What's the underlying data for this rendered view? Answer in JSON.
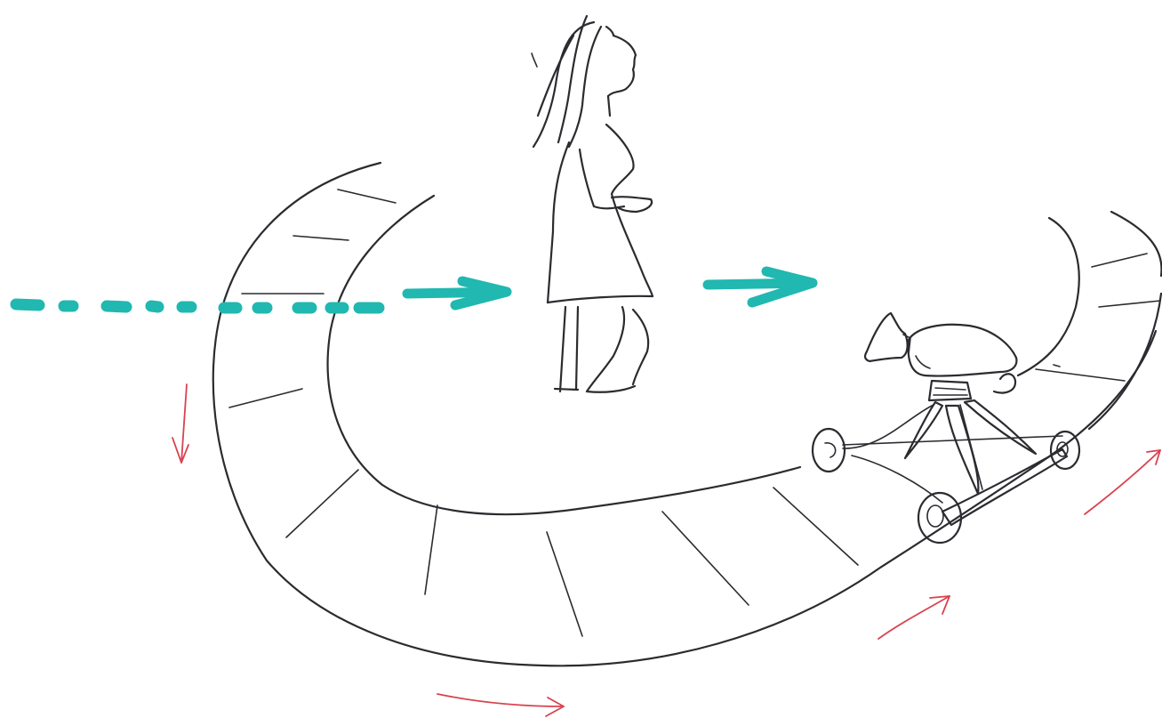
{
  "colors": {
    "background": "#ffffff",
    "ink": "#2b2b30",
    "path_arrow": "#20b8b0",
    "motion_arrows": "#d9424e",
    "camera_fill": "#dde0f0"
  },
  "scene": {
    "subjects": [
      "walking-figure",
      "camera-dolly",
      "curved-track"
    ],
    "walker_direction": "right",
    "dolly_direction": "along-track"
  }
}
